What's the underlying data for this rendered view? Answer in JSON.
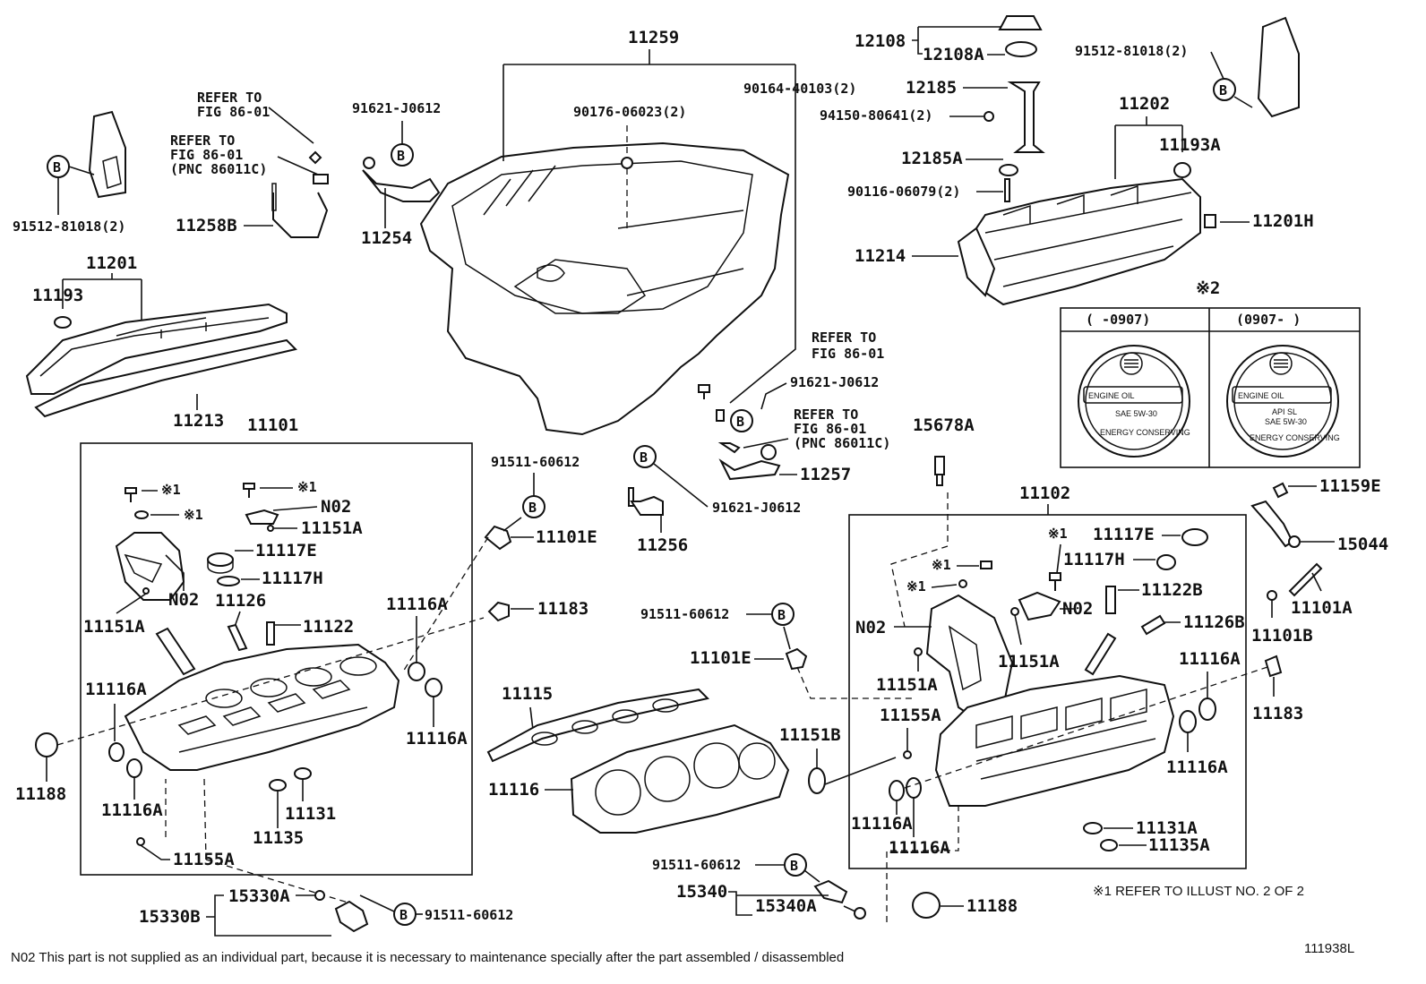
{
  "labels": {
    "p11259": "11259",
    "p90164": "90164-40103(2)",
    "p90176": "90176-06023(2)",
    "p91621a": "91621-J0612",
    "p11254": "11254",
    "refer1": "REFER TO",
    "fig1": "FIG 86-01",
    "refer2": "REFER TO",
    "fig2": "FIG 86-01",
    "pnc2": "(PNC 86011C)",
    "p11258B": "11258B",
    "p91512a": "91512-81018(2)",
    "p11201": "11201",
    "p11193": "11193",
    "p11213": "11213",
    "p11101": "11101",
    "p12108": "12108",
    "p12108A": "12108A",
    "p12185": "12185",
    "p94150": "94150-80641(2)",
    "p12185A": "12185A",
    "p90116": "90116-06079(2)",
    "p11202": "11202",
    "p11193A": "11193A",
    "p11201H": "11201H",
    "p11214": "11214",
    "p91512b": "91512-81018(2)",
    "star2": "※2",
    "cap_left_range": "(     -0907)",
    "cap_right_range": "(0907-      )",
    "refer3": "REFER TO",
    "fig3": "FIG 86-01",
    "p91621b": "91621-J0612",
    "refer4": "REFER TO",
    "fig4": "FIG 86-01",
    "pnc4": "(PNC 86011C)",
    "p11257": "11257",
    "p15678A": "15678A",
    "p91511a": "91511-60612",
    "p11256": "11256",
    "p91621c": "91621-J0612",
    "p11101E_l": "11101E",
    "p11183_l": "11183",
    "s1a": "※1",
    "s1b": "※1",
    "s1c": "※1",
    "N02a": "N02",
    "p11151A_a": "11151A",
    "p11117E_l": "11117E",
    "p11117H_l": "11117H",
    "N02b": "N02",
    "p11151A_b": "11151A",
    "p11126": "11126",
    "p11122": "11122",
    "p11116A_1": "11116A",
    "p11116A_2": "11116A",
    "p11116A_3": "11116A",
    "p11116A_4": "11116A",
    "p11188_l": "11188",
    "p11135": "11135",
    "p11131": "11131",
    "p11155A_l": "11155A",
    "p15330B": "15330B",
    "p15330A": "15330A",
    "p91511b": "91511-60612",
    "p91511c": "91511-60612",
    "p11101E_m": "11101E",
    "p11115": "11115",
    "p11116": "11116",
    "p11151B": "11151B",
    "p91511d": "91511-60612",
    "p15340": "15340",
    "p15340A": "15340A",
    "p11102": "11102",
    "s1d": "※1",
    "s1e": "※1",
    "s1f": "※1",
    "p11117E_r": "11117E",
    "p11117H_r": "11117H",
    "p11122B": "11122B",
    "N02c": "N02",
    "N02d": "N02",
    "p11126B": "11126B",
    "p11151A_c": "11151A",
    "p11151A_d": "11151A",
    "p11155A_r": "11155A",
    "p11116A_5": "11116A",
    "p11116A_6": "11116A",
    "p11116A_7": "11116A",
    "p11116A_8": "11116A",
    "p11188_r": "11188",
    "p11131A": "11131A",
    "p11135A": "11135A",
    "p11159E": "11159E",
    "p15044": "15044",
    "p11101A": "11101A",
    "p11101B": "11101B",
    "p11183_r": "11183",
    "note1": "※1  REFER TO ILLUST NO. 2 OF 2",
    "footnote": "N02  This part is not supplied as an individual part, because it is necessary to maintenance specially after the part assembled / disassembled",
    "code": "111938L",
    "cap_text1": "ENGINE OIL",
    "cap_text2": "SAE 5W-30",
    "cap_text3": "ENERGY CONSERVING",
    "cap_text4": "ENGINE OIL",
    "cap_text5": "API SL",
    "cap_text6": "SAE 5W-30",
    "cap_text7": "ENERGY CONSERVING",
    "b": "B"
  }
}
